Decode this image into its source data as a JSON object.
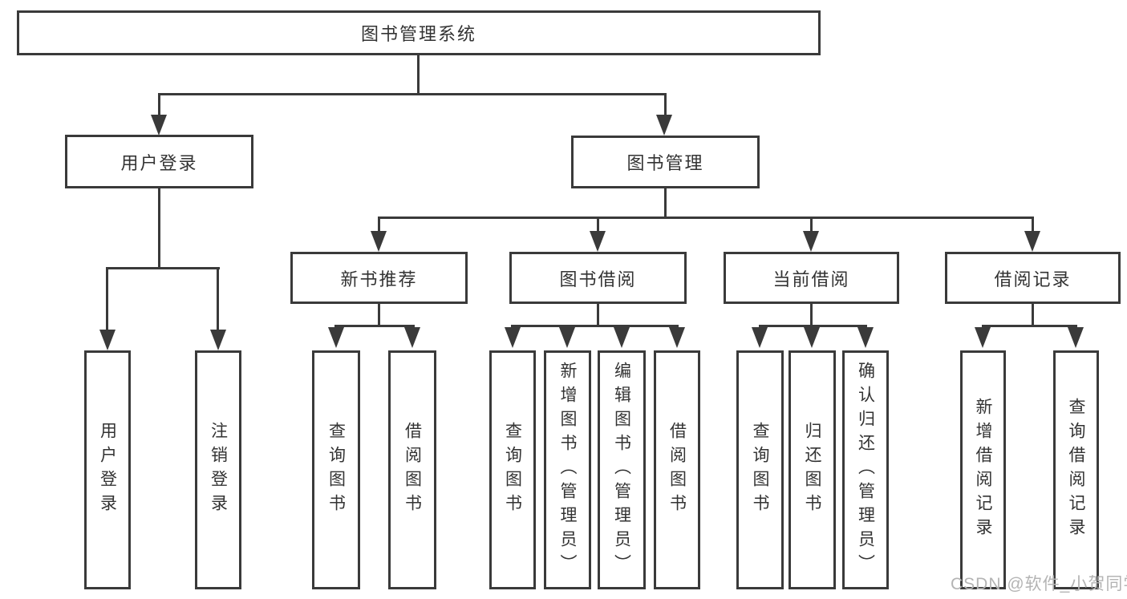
{
  "title": "图书管理系统",
  "level2": {
    "user_login": "用户登录",
    "book_mgmt": "图书管理"
  },
  "level3": {
    "new_book": "新书推荐",
    "book_borrow": "图书借阅",
    "current_borrow": "当前借阅",
    "borrow_record": "借阅记录"
  },
  "leaves": {
    "user_login": [
      "用户登录",
      "注销登录"
    ],
    "new_book": [
      "查询图书",
      "借阅图书"
    ],
    "book_borrow": [
      "查询图书",
      "新增图书（管理员）",
      "编辑图书（管理员）",
      "借阅图书"
    ],
    "current_borrow": [
      "查询图书",
      "归还图书",
      "确认归还（管理员）"
    ],
    "borrow_record": [
      "新增借阅记录",
      "查询借阅记录"
    ]
  },
  "watermark": "CSDN @软件_小贺同学",
  "colors": {
    "line": "#3a3a3a",
    "text": "#333333",
    "box_background": "#ffffff",
    "page_background": "#ffffff",
    "watermark": "#b4b4b4"
  }
}
